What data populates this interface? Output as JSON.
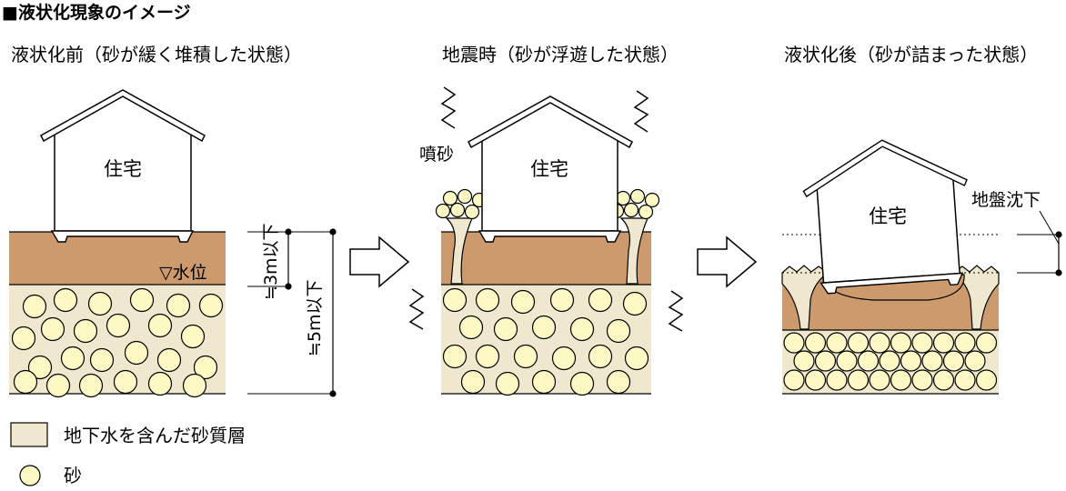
{
  "header": {
    "title": "■液状化現象のイメージ"
  },
  "panels": [
    {
      "title": "液状化前（砂が緩く堆積した状態）",
      "house": "住宅",
      "water_level": "▽水位",
      "dim_3m": "≒3m以下",
      "dim_5m": "≒5m以下"
    },
    {
      "title": "地震時（砂が浮遊した状態）",
      "house": "住宅",
      "sand_boil": "噴砂"
    },
    {
      "title": "液状化後（砂が詰まった状態）",
      "house": "住宅",
      "settlement": "地盤沈下"
    }
  ],
  "legend": {
    "sand_layer": "地下水を含んだ砂質層",
    "sand": "砂"
  },
  "colors": {
    "soil": "#cc9a6c",
    "sand_layer": "#efe8cf",
    "sand_grain": "#fdf8c4",
    "ink": "#000000",
    "house_fill": "#ffffff"
  },
  "icons": {
    "arrow": "hollow-right-arrow-icon",
    "quake": "zigzag-quake-icon"
  }
}
